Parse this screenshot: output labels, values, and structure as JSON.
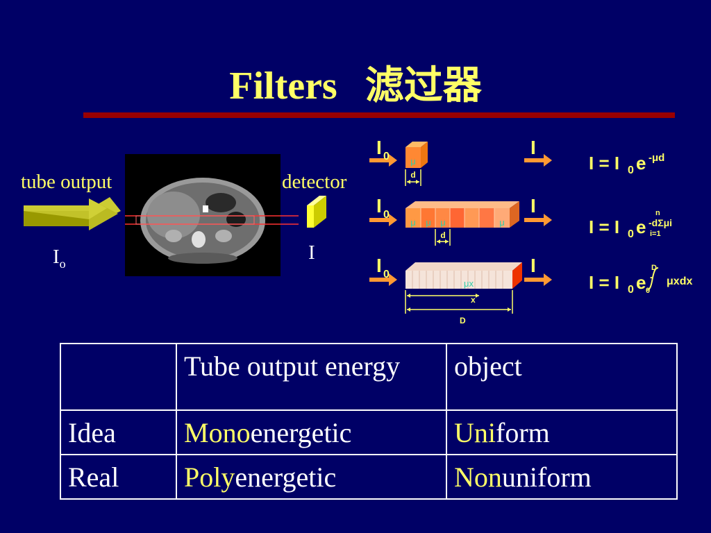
{
  "title": {
    "main": "Filters",
    "cn": "滤过器"
  },
  "left": {
    "tube_output": "tube output",
    "detector": "detector",
    "i0_main": "I",
    "i0_sub": "o",
    "i_out": "I"
  },
  "diagram": {
    "label_I0": "I",
    "label_I0_sub": "0",
    "label_I": "I",
    "mu": "μ",
    "mu_x": "μx",
    "d": "d",
    "x": "x",
    "D": "D",
    "formula1": {
      "lead": "I = I",
      "sub": "0",
      "e": "e",
      "exp": "-μd"
    },
    "formula2": {
      "lead": "I = I",
      "sub": "0",
      "e": "e",
      "exp": "-dΣμi",
      "top": "n",
      "bottom": "i=1"
    },
    "formula3": {
      "lead": "I = I",
      "sub": "0",
      "e": "e",
      "exp": "-",
      "integrand": "μxdx",
      "top": "D",
      "bottom": "0"
    }
  },
  "table": {
    "headers": [
      "",
      "Tube output energy",
      "object"
    ],
    "rows": [
      {
        "label": "Idea",
        "energy_prefix": "Mono",
        "energy_rest": "energetic",
        "object_prefix": "Uni",
        "object_rest": "form"
      },
      {
        "label": "Real",
        "energy_prefix": "Poly",
        "energy_rest": "energetic",
        "object_prefix": "Non",
        "object_rest": "uniform"
      }
    ]
  },
  "colors": {
    "background": "#000066",
    "accent": "#ffff66",
    "rule": "#990000",
    "arrow": "#ff9933"
  }
}
